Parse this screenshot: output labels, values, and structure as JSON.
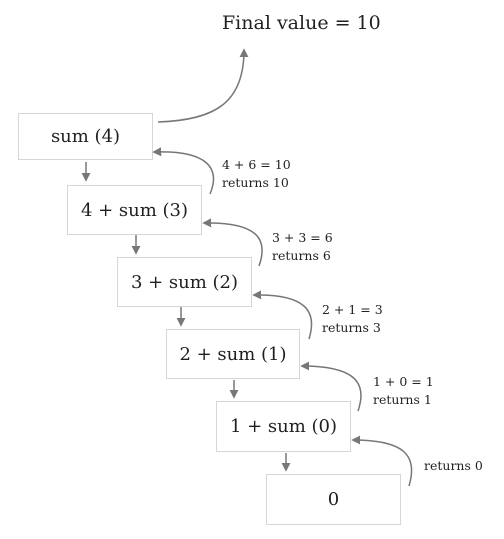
{
  "final_value": "Final value = 10",
  "boxes": [
    "sum (4)",
    "4 + sum (3)",
    "3 + sum (2)",
    "2 + sum (1)",
    "1 + sum (0)",
    "0"
  ],
  "notes": [
    {
      "line1": "4 + 6 = 10",
      "line2": "returns 10"
    },
    {
      "line1": "3 + 3 = 6",
      "line2": "returns 6"
    },
    {
      "line1": "2 + 1 = 3",
      "line2": "returns 3"
    },
    {
      "line1": "1 + 0 = 1",
      "line2": "returns 1"
    },
    {
      "line1": "",
      "line2": "returns 0"
    }
  ]
}
